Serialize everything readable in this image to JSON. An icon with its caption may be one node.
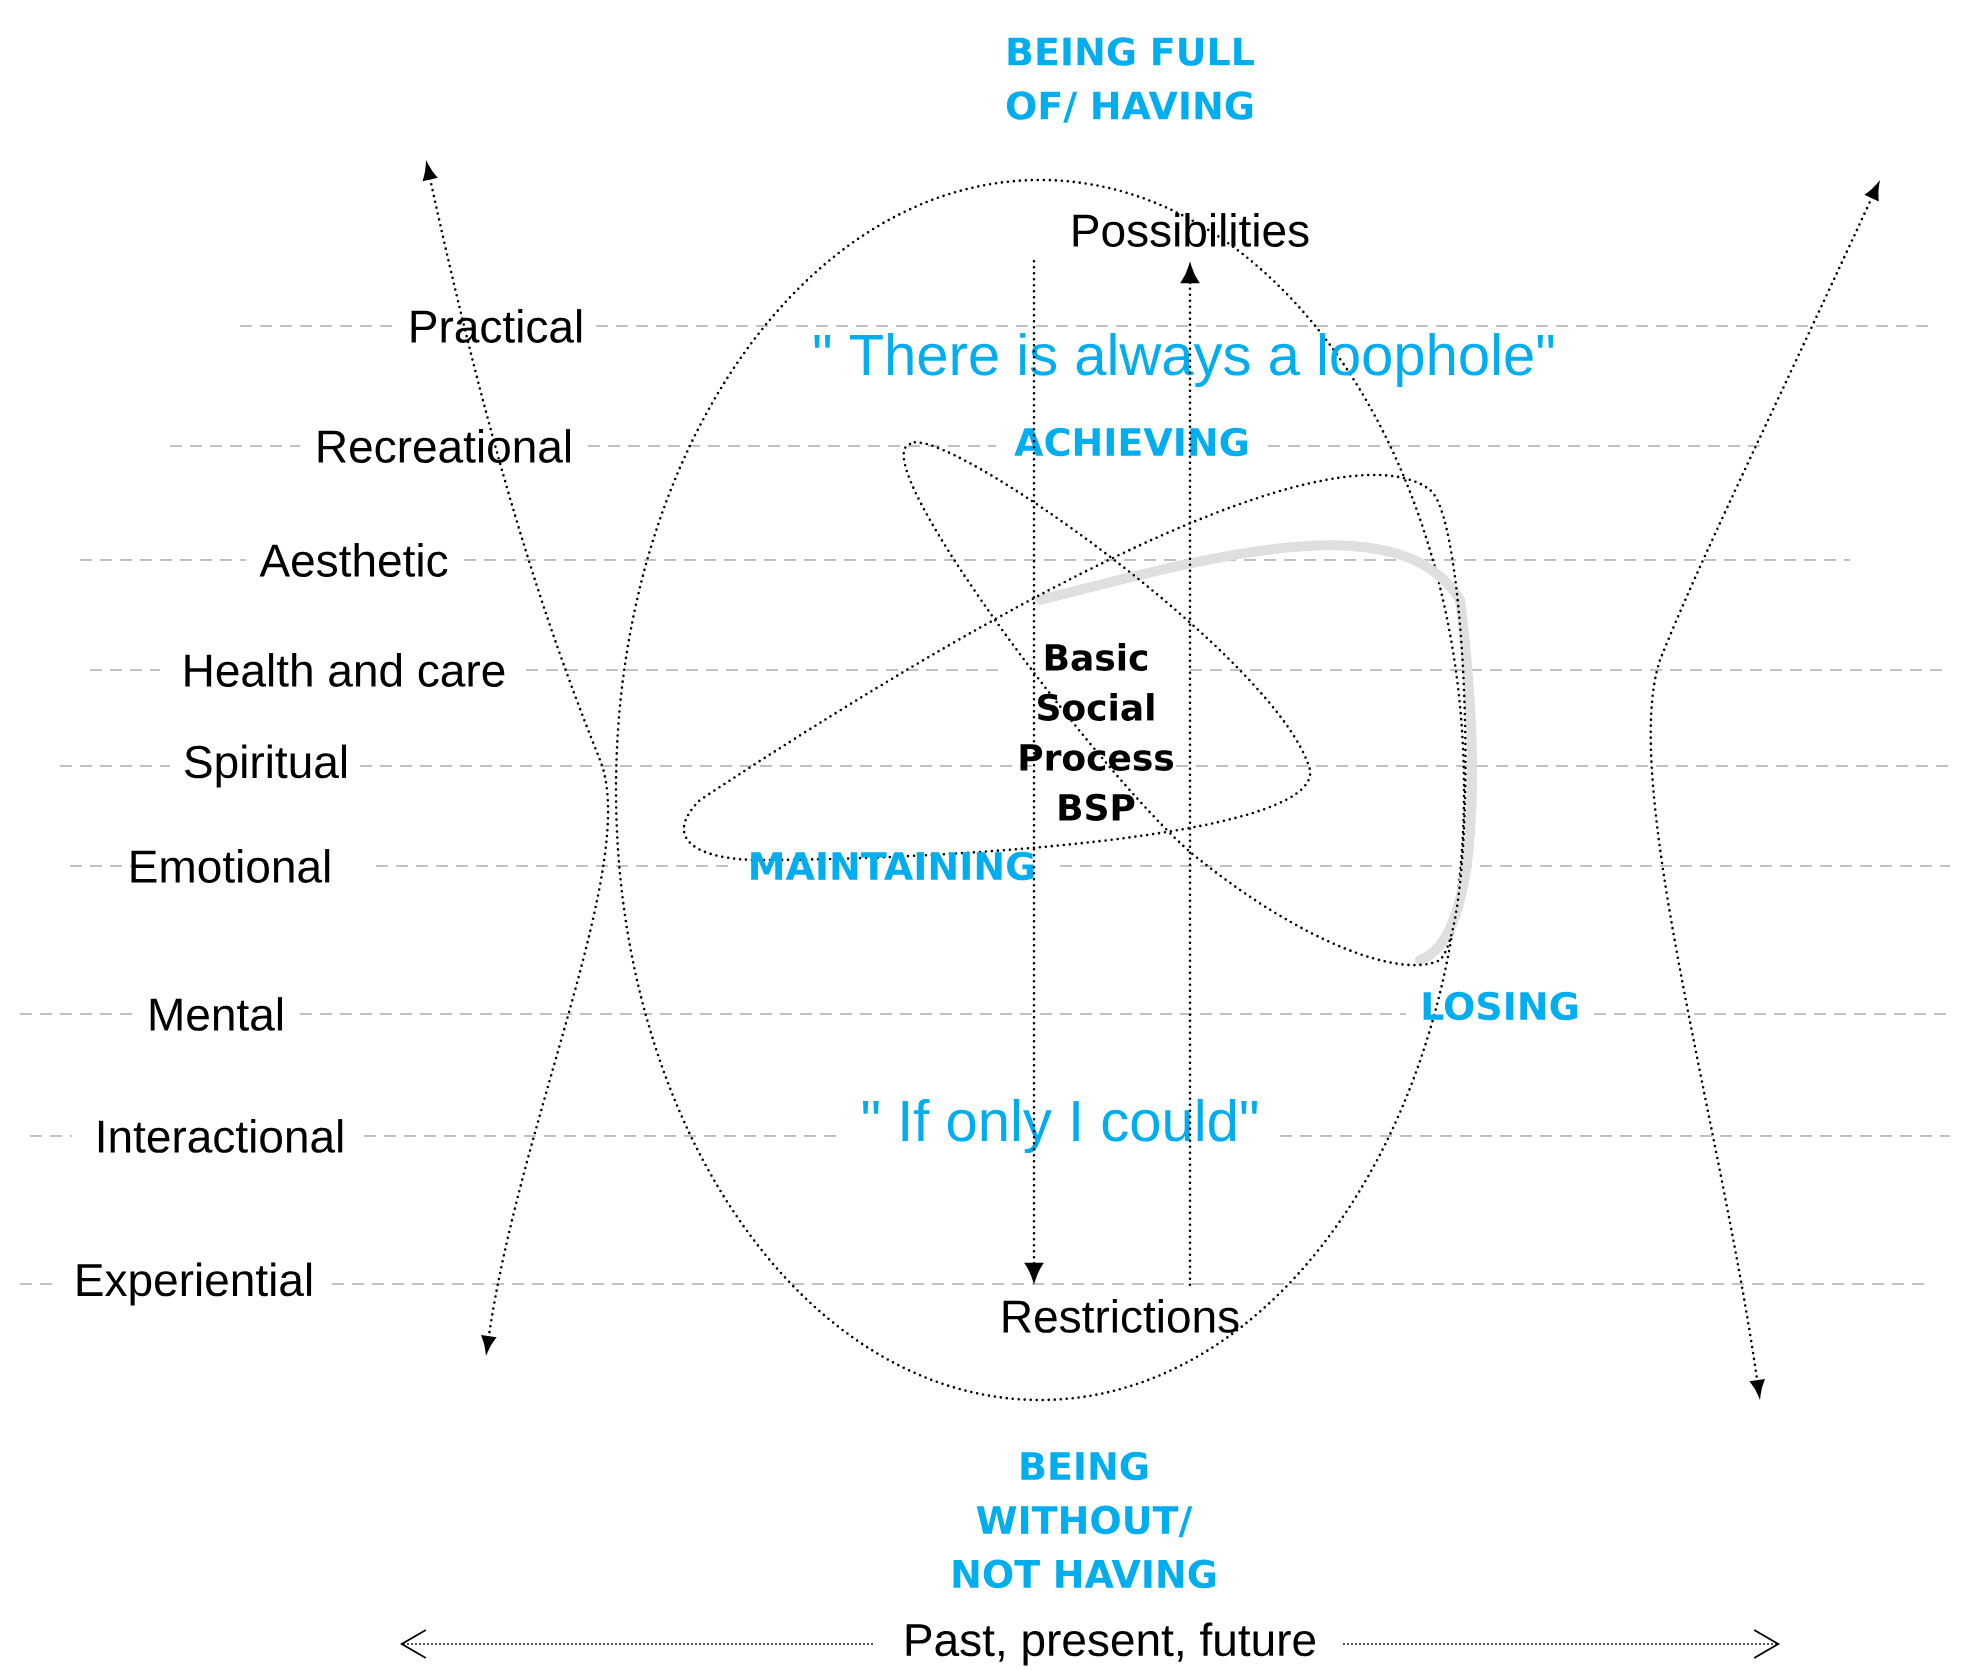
{
  "diagram": {
    "nodes": [
      {
        "text": [
          "Possibilities"
        ]
      },
      {
        "text": [
          "Restrictions"
        ]
      }
    ],
    "edges": [
      {
        "from": 0,
        "to": 1,
        "arrow": "to"
      },
      {
        "from": 1,
        "to": 0,
        "arrow": "to"
      }
    ],
    "labels": [
      "BEING FULL OF/ HAVING",
      "Practical",
      "\" There is always a loophole\"",
      "Recreational",
      "ACHIEVING",
      "Aesthetic",
      "Health and care",
      "Basic Social Process BSP",
      "Spiritual",
      "Emotional",
      "MAINTAINING",
      "Mental",
      "LOSING",
      "Interactional",
      "\" If only I could\"",
      "Experiential",
      "BEING WITHOUT/ NOT HAVING",
      "Past, present, future"
    ]
  }
}
